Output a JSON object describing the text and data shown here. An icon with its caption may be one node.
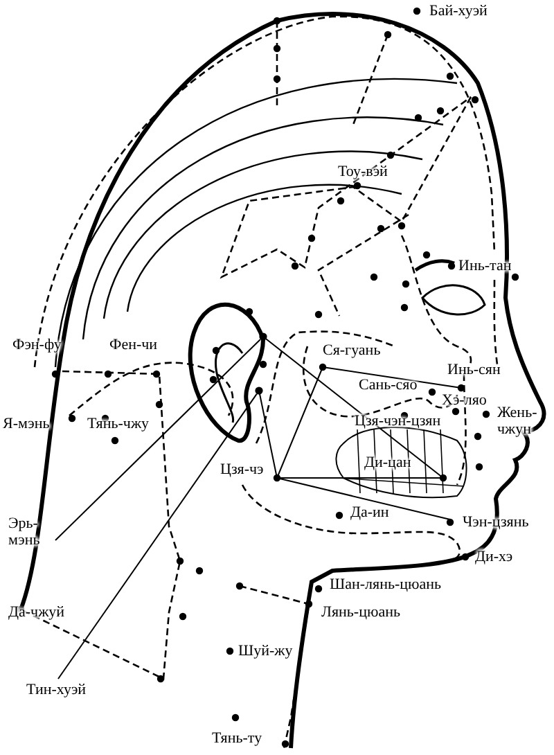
{
  "diagram": {
    "nodes": [
      {
        "text": [
          "Эрь-мэнь"
        ]
      },
      {
        "text": [
          "Тин-хуэй"
        ]
      },
      {
        "text": [],
        "shape": "circle"
      },
      {
        "text": [],
        "shape": "circle"
      }
    ],
    "edges": [
      {
        "from": 0,
        "to": 2,
        "arrow": "none"
      },
      {
        "from": 1,
        "to": 3,
        "arrow": "none"
      }
    ],
    "labels": [
      "Бай-хуэй",
      "Тоу-вэй",
      "Инь-тан",
      "Фэн-фу",
      "Фен-чи",
      "Ся-гуань",
      "Инь-сян",
      "Сань-сяо",
      "Хэ-ляо",
      "Жень-чжун",
      "Цзя-чэн-цзян",
      "Ди-цан",
      "Я-мэнь",
      "Тянь-чжу",
      "Цзя-чэ",
      "Да-ин",
      "Чэн-цзянь",
      "Ди-хэ",
      "Да-чжуй",
      "Шан-лянь-цюань",
      "Лянь-цюань",
      "Шуй-жу",
      "Тянь-ту"
    ]
  }
}
